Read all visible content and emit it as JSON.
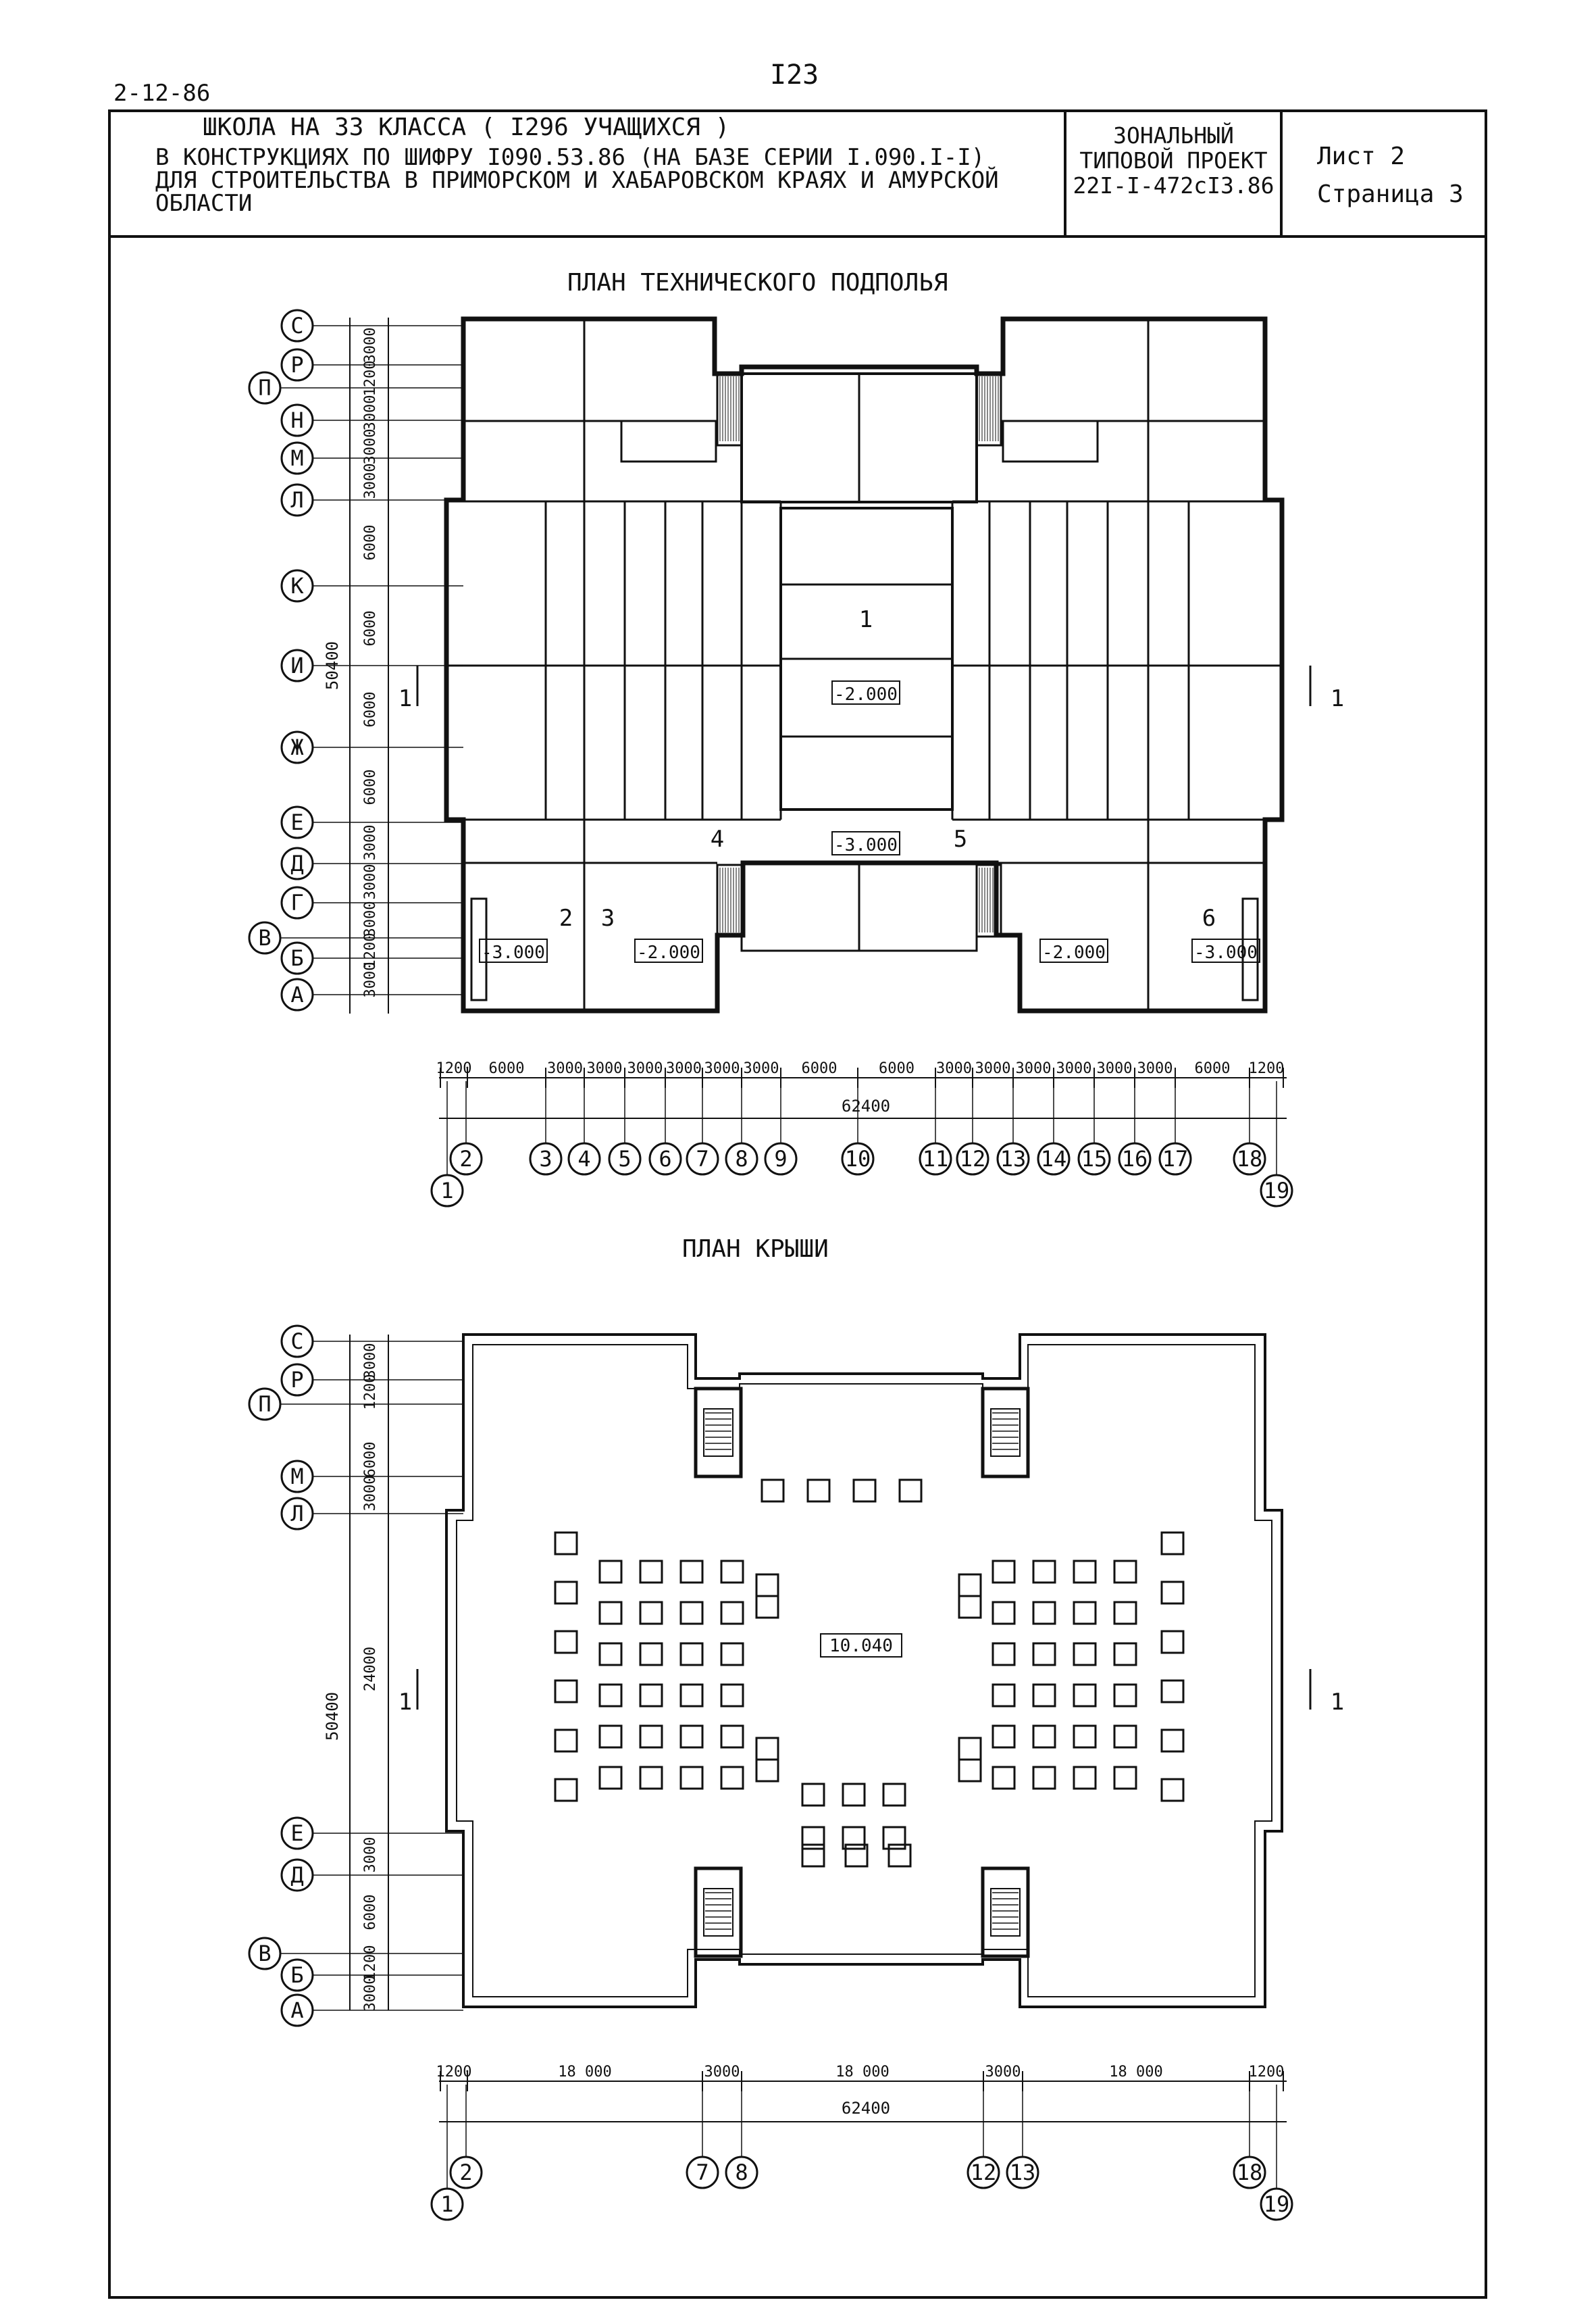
{
  "page": {
    "code": "2-12-86",
    "number": "I23"
  },
  "stamp": {
    "title": "ШКОЛА НА 33 КЛАССА ( I296 УЧАЩИХСЯ )",
    "subtitle_line1": "В КОНСТРУКЦИЯХ ПО ШИФРУ I090.53.86 (НА БАЗЕ СЕРИИ I.090.I-I)",
    "subtitle_line2": "ДЛЯ СТРОИТЕЛЬСТВА В ПРИМОРСКОМ И ХАБАРОВСКОМ КРАЯХ И АМУРСКОЙ",
    "subtitle_line3": "ОБЛАСТИ",
    "project_line1": "ЗОНАЛЬНЫЙ",
    "project_line2": "ТИПОВОЙ ПРОЕКТ",
    "project_code": "22I-I-472cI3.86",
    "sheet": "Лист 2",
    "page": "Страница 3"
  },
  "plan1": {
    "title": "ПЛАН ТЕХНИЧЕСКОГО ПОДПОЛЬЯ",
    "axes_letters": [
      "С",
      "Р",
      "П",
      "Н",
      "М",
      "Л",
      "К",
      "И",
      "Ж",
      "Е",
      "Д",
      "Г",
      "В",
      "Б",
      "А"
    ],
    "vertical_dims": [
      "3000",
      "1200",
      "3000",
      "3000",
      "3000",
      "6000",
      "6000",
      "6000",
      "6000",
      "3000",
      "3000",
      "3000",
      "1200",
      "3000"
    ],
    "overall_vertical": "50400",
    "level_labels": [
      "-2.000",
      "-3.000",
      "-3.000",
      "-2.000",
      "-2.000",
      "-3.000"
    ],
    "room_numbers": [
      "1",
      "2",
      "3",
      "4",
      "5",
      "6"
    ],
    "section_mark": "1",
    "horizontal_dims": [
      "1200",
      "6000",
      "3000",
      "3000",
      "3000",
      "3000",
      "3000",
      "3000",
      "6000",
      "6000",
      "3000",
      "3000",
      "3000",
      "3000",
      "3000",
      "3000",
      "6000",
      "1200"
    ],
    "overall_horizontal": "62400",
    "axes_numbers": [
      "1",
      "2",
      "3",
      "4",
      "5",
      "6",
      "7",
      "8",
      "9",
      "10",
      "11",
      "12",
      "13",
      "14",
      "15",
      "16",
      "17",
      "18",
      "19"
    ]
  },
  "plan2": {
    "title": "ПЛАН КРЫШИ",
    "axes_letters": [
      "С",
      "Р",
      "П",
      "М",
      "Л",
      "Е",
      "Д",
      "В",
      "Б",
      "А"
    ],
    "vertical_dims": [
      "3000",
      "1200",
      "6000",
      "3000",
      "24000",
      "3000",
      "6000",
      "1200",
      "3000"
    ],
    "overall_vertical": "50400",
    "level_label": "10.040",
    "section_mark": "1",
    "horizontal_dims": [
      "1200",
      "18 000",
      "3000",
      "18 000",
      "3000",
      "18 000",
      "1200"
    ],
    "overall_horizontal": "62400",
    "axes_numbers": [
      "1",
      "2",
      "7",
      "8",
      "12",
      "13",
      "18",
      "19"
    ]
  }
}
